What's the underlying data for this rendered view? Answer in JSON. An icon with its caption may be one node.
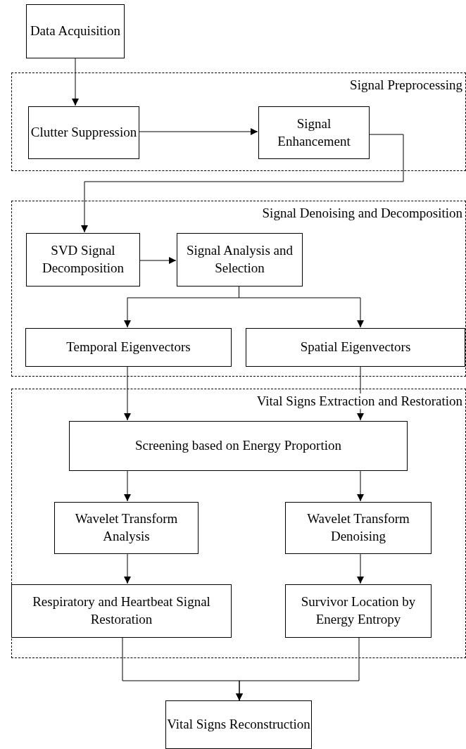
{
  "diagram": {
    "nodes": [
      {
        "text": [
          "Data Acquisition"
        ]
      },
      {
        "text": [
          "Signal Preprocessing"
        ]
      },
      {
        "text": [
          "Clutter Suppression"
        ],
        "in": 1
      },
      {
        "text": [
          "Signal Enhancement"
        ],
        "in": 1
      },
      {
        "text": [
          "Signal Denoising and Decomposition"
        ]
      },
      {
        "text": [
          "SVD Signal Decomposition"
        ],
        "in": 4
      },
      {
        "text": [
          "Signal Analysis and Selection"
        ],
        "in": 4
      },
      {
        "text": [
          "Temporal Eigenvectors"
        ],
        "in": 4
      },
      {
        "text": [
          "Spatial Eigenvectors"
        ],
        "in": 4
      },
      {
        "text": [
          "Vital Signs Extraction and Restoration"
        ]
      },
      {
        "text": [
          "Screening based on Energy Proportion"
        ],
        "in": 9
      },
      {
        "text": [
          "Wavelet Transform Analysis"
        ],
        "in": 9
      },
      {
        "text": [
          "Wavelet Transform Denoising"
        ],
        "in": 9
      },
      {
        "text": [
          "Respiratory and Heartbeat Signal Restoration"
        ],
        "in": 9
      },
      {
        "text": [
          "Survivor Location by Energy Entropy"
        ],
        "in": 9
      },
      {
        "text": [
          "Vital Signs Reconstruction"
        ]
      }
    ],
    "edges": [
      {
        "from": 0,
        "to": 2,
        "arrow": "to"
      },
      {
        "from": 2,
        "to": 3,
        "arrow": "to"
      },
      {
        "from": 3,
        "to": 5,
        "arrow": "to"
      },
      {
        "from": 5,
        "to": 6,
        "arrow": "to"
      },
      {
        "from": 6,
        "to": 7,
        "arrow": "to"
      },
      {
        "from": 6,
        "to": 8,
        "arrow": "to"
      },
      {
        "from": 7,
        "to": 10,
        "arrow": "to"
      },
      {
        "from": 8,
        "to": 10,
        "arrow": "to"
      },
      {
        "from": 10,
        "to": 11,
        "arrow": "to"
      },
      {
        "from": 10,
        "to": 12,
        "arrow": "to"
      },
      {
        "from": 11,
        "to": 13,
        "arrow": "to"
      },
      {
        "from": 12,
        "to": 14,
        "arrow": "to"
      },
      {
        "from": 13,
        "to": 15,
        "arrow": "to"
      },
      {
        "from": 14,
        "to": 15,
        "arrow": "to"
      }
    ]
  }
}
